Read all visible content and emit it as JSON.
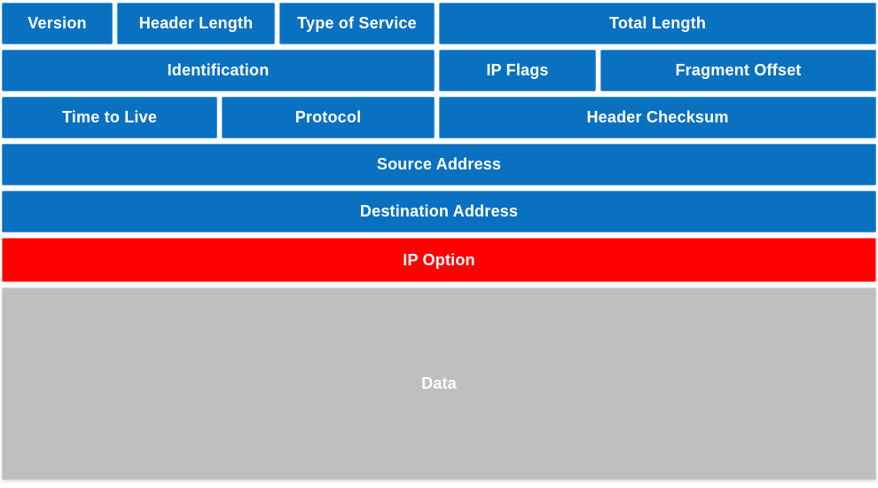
{
  "colors": {
    "field_blue": "#0a70c0",
    "option_red": "#fe0000",
    "data_gray": "#bfbfbf",
    "text": "#ffffff",
    "background": "#ffffff"
  },
  "rows": [
    {
      "cells": [
        {
          "label": "Version"
        },
        {
          "label": "Header Length"
        },
        {
          "label": "Type of Service"
        },
        {
          "label": "Total Length"
        }
      ]
    },
    {
      "cells": [
        {
          "label": "Identification"
        },
        {
          "label": "IP Flags"
        },
        {
          "label": "Fragment Offset"
        }
      ]
    },
    {
      "cells": [
        {
          "label": "Time to Live"
        },
        {
          "label": "Protocol"
        },
        {
          "label": "Header Checksum"
        }
      ]
    },
    {
      "cells": [
        {
          "label": "Source Address"
        }
      ]
    },
    {
      "cells": [
        {
          "label": "Destination Address"
        }
      ]
    },
    {
      "cells": [
        {
          "label": "IP Option"
        }
      ]
    },
    {
      "cells": [
        {
          "label": "Data"
        }
      ]
    }
  ]
}
